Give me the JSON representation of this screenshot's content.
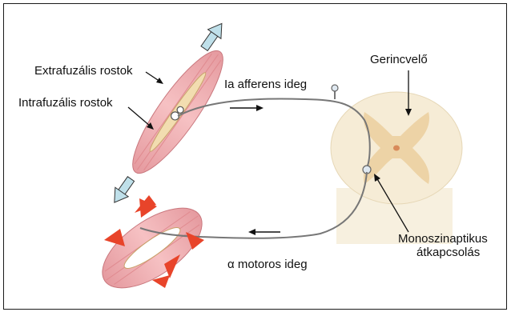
{
  "labels": {
    "extrafusal": "Extrafuzális rostok",
    "intrafusal": "Intrafuzális rostok",
    "afferent": "Ia afferens ideg",
    "spinal_cord": "Gerincvelő",
    "monosynaptic_line1": "Monoszinaptikus",
    "monosynaptic_line2": "átkapcsolás",
    "motor": "α motoros ideg"
  },
  "colors": {
    "muscle": "#f2b3b5",
    "muscle_stripe": "#e08a8f",
    "spindle": "#d9b26a",
    "nerve": "#777777",
    "spinal_white": "#f6ecd6",
    "spinal_grey": "#edd3a6",
    "stretch_arrow": "#bfe0ea",
    "contract_arrow": "#e8442a"
  }
}
